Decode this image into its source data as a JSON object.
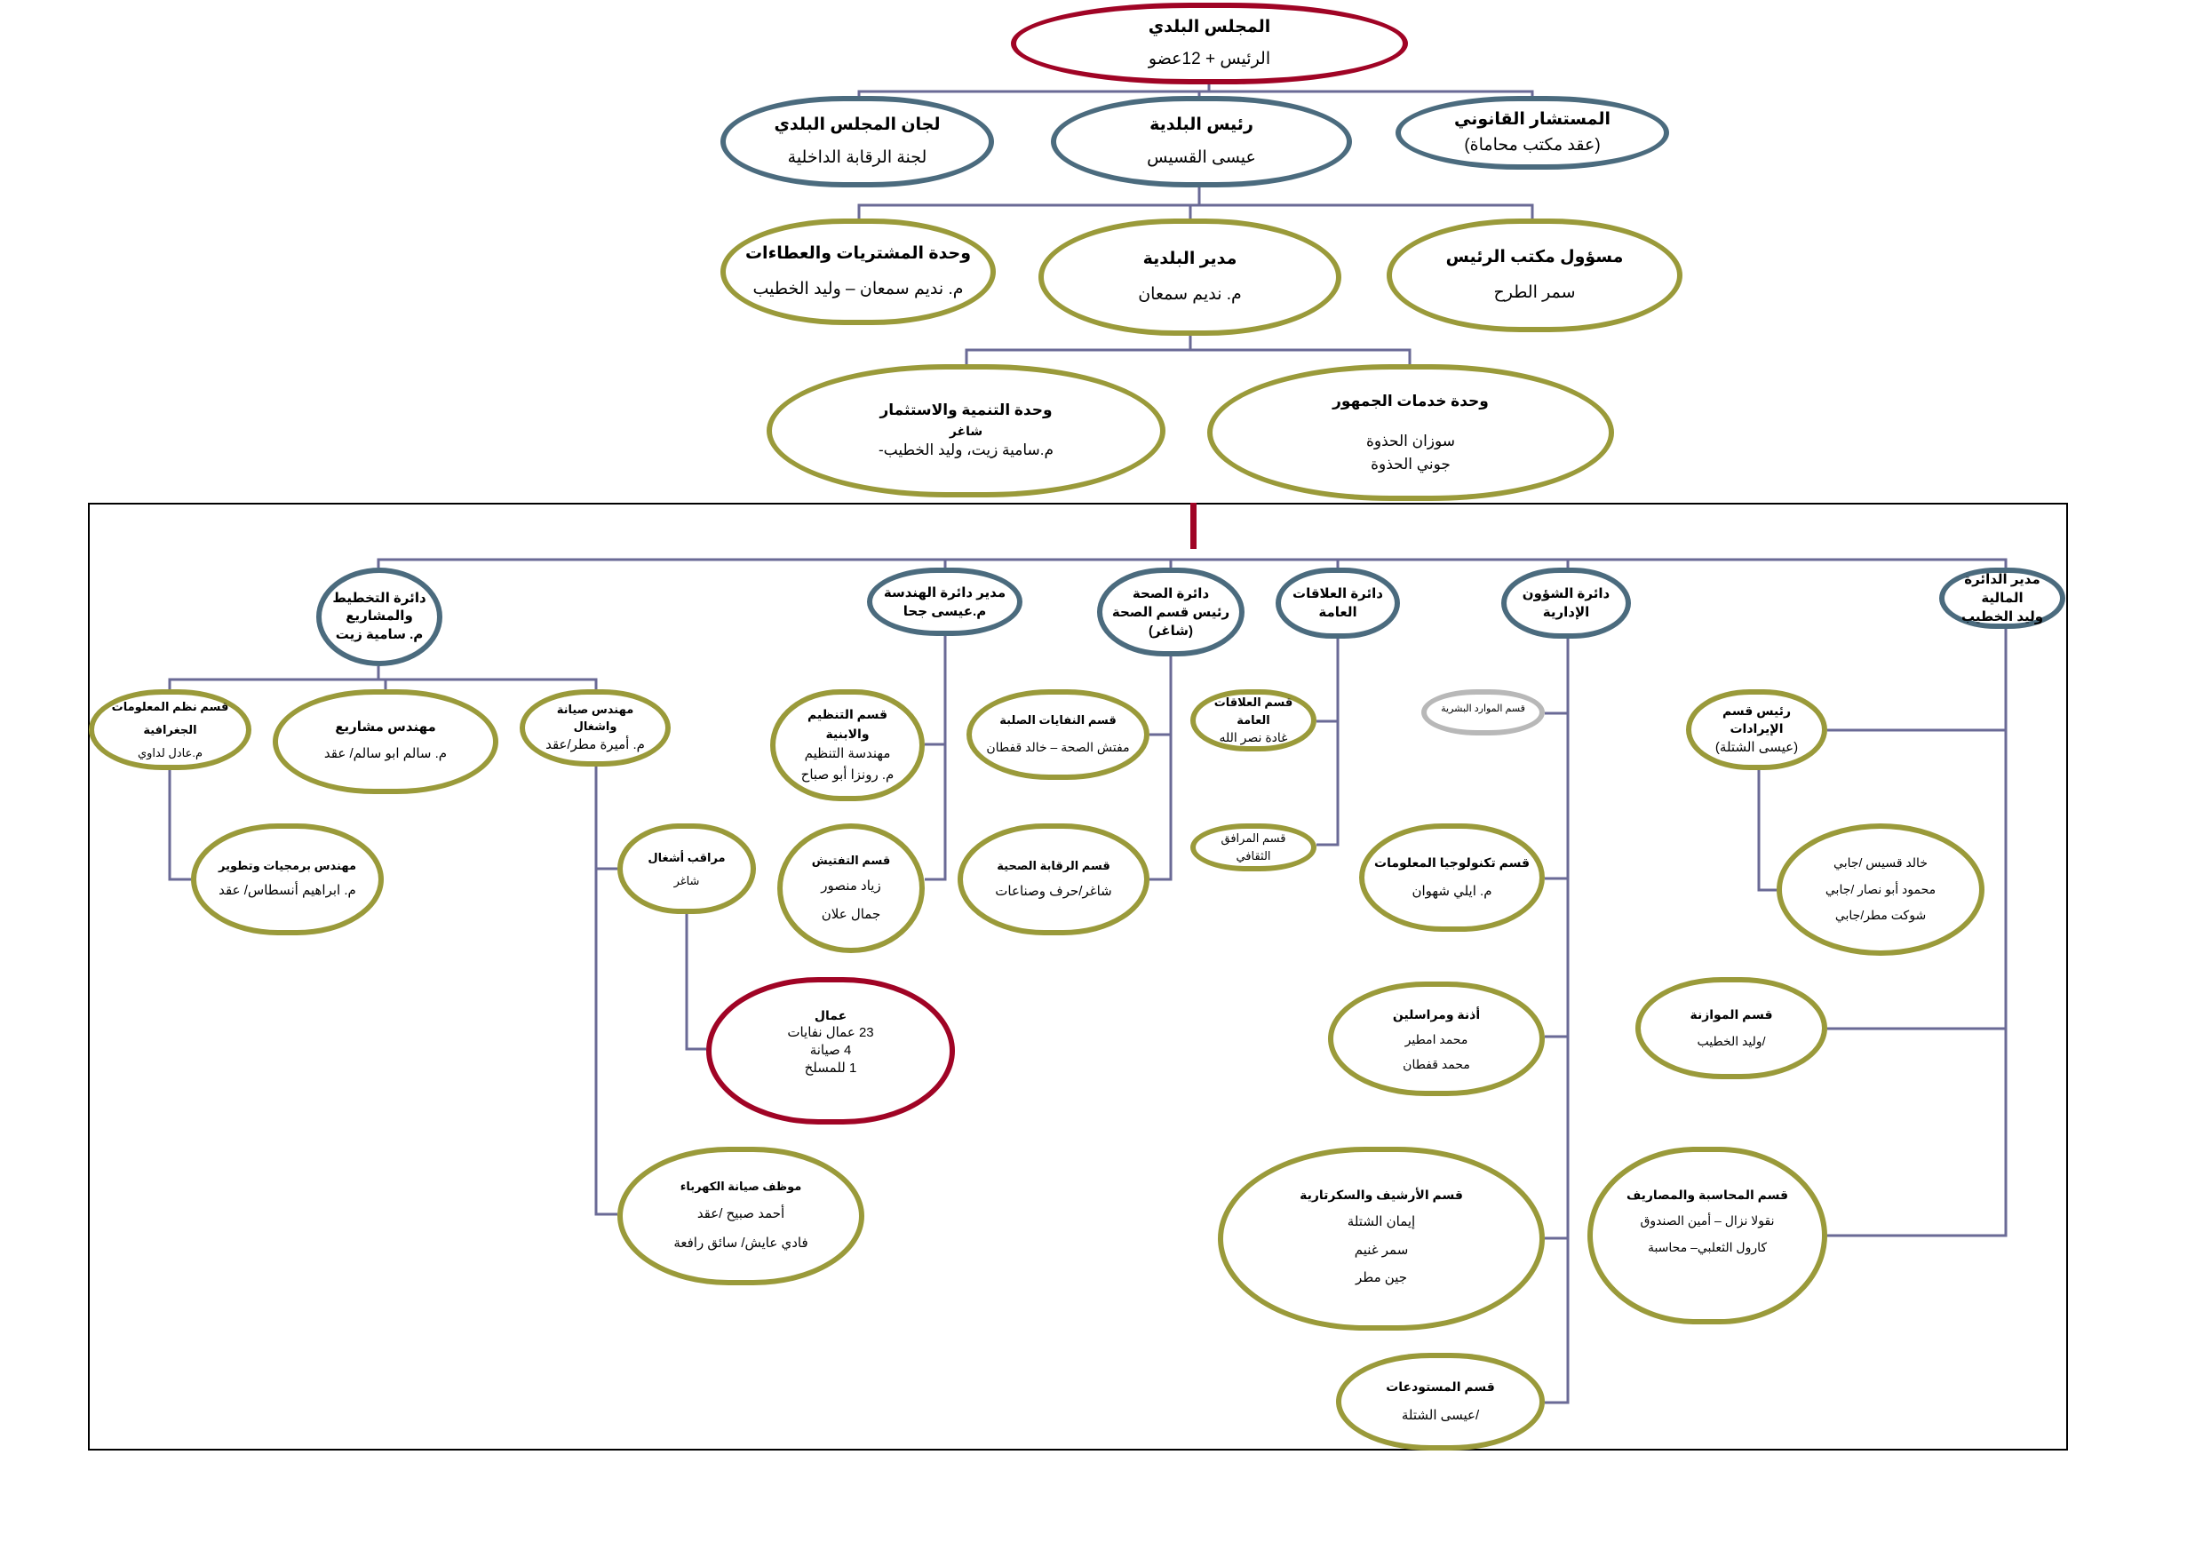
{
  "council": {
    "title": "المجلس البلدي",
    "subtitle": "الرئيس + 12عضو"
  },
  "legal": {
    "title": "المستشار القانوني",
    "subtitle": "(عقد مكتب محاماة)"
  },
  "mayor": {
    "title": "رئيس البلدية",
    "name": "عيسى القسيس"
  },
  "committees": {
    "title": "لجان المجلس البلدي",
    "subtitle": "لجنة الرقابة الداخلية"
  },
  "office": {
    "title": "مسؤول مكتب الرئيس",
    "name": "سمر الطرح"
  },
  "director": {
    "title": "مدير البلدية",
    "name": "م. نديم سمعان"
  },
  "procurement": {
    "title": "وحدة المشتريات والعطاءات",
    "name": "م. نديم سمعان  –  وليد الخطيب"
  },
  "public_services": {
    "title": "وحدة خدمات الجمهور",
    "lines": [
      "سوزان الحذوة",
      "جوني الحذوة"
    ]
  },
  "development": {
    "title": "وحدة التنمية والاستثمار",
    "status": "شاغر",
    "name": "م.سامية زيت، وليد الخطيب-"
  },
  "departments": {
    "planning": {
      "title": "دائرة التخطيط والمشاريع",
      "name": "م. سامية زيت"
    },
    "engineering": {
      "title": "مدير دائرة الهندسة",
      "name": "م.عيسى جحا"
    },
    "health": {
      "title": "دائرة الصحة",
      "subtitle": "رئيس قسم الصحة",
      "status": "(شاغر)"
    },
    "public_relations": {
      "title": "دائرة العلاقات العامة"
    },
    "admin": {
      "title": "دائرة الشؤون الإدارية"
    },
    "finance": {
      "title": "مدير الدائرة المالية",
      "name": "وليد الخطيب"
    }
  },
  "planning_units": {
    "gis": {
      "title": "قسم نظم المعلومات الجغرافية",
      "name": "م.عادل لداوي"
    },
    "projects": {
      "title": "مهندس مشاريع",
      "name": "م. سالم ابو سالم/ عقد"
    },
    "maintenance": {
      "title": "مهندس صيانة واشغال",
      "name": "م. أميرة مطر/عقد"
    },
    "software": {
      "title": "مهندس برمجيات وتطوير",
      "name": "م. ابراهيم أنسطاس/ عقد"
    },
    "works_supervisor": {
      "title": "مراقب أشغال",
      "name": "شاغر"
    },
    "workers": {
      "title": "عمال",
      "lines": [
        "23 عمال نفايات",
        "4 صيانة",
        "1 للمسلخ"
      ]
    },
    "electricity": {
      "title": "موظف صيانة الكهرباء",
      "lines": [
        "أحمد صبيح /عقد",
        "فادي عايش/ سائق رافعة"
      ]
    }
  },
  "engineering_units": {
    "organization": {
      "title": "قسم التنظيم والابنية",
      "lines": [
        "مهندسة التنظيم",
        "م. رونزا أبو صباح"
      ]
    },
    "inspection": {
      "title": "قسم التفتيش",
      "lines": [
        "زياد منصور",
        "جمال علان"
      ]
    }
  },
  "health_units": {
    "solid_waste": {
      "title": "قسم النفايات الصلبة",
      "name": "مفتش الصحة  –  خالد قفطان"
    },
    "monitoring": {
      "title": "قسم الرقابة الصحية",
      "name": "شاغر/حرف وصناعات"
    }
  },
  "pr_units": {
    "relations": {
      "title": "قسم العلاقات العامة",
      "name": "غادة نصر الله"
    },
    "cultural": {
      "title": "قسم المرافق الثقافي"
    }
  },
  "admin_units": {
    "hr": {
      "title": "قسم الموارد البشرية"
    },
    "it": {
      "title": "قسم تكنولوجيا المعلومات",
      "name": "م. ايلي شهوان"
    },
    "ushers": {
      "title": "أذنة ومراسلين",
      "lines": [
        "محمد امطير",
        "محمد قفطان"
      ]
    },
    "archive": {
      "title": "قسم الأرشيف والسكرتارية",
      "lines": [
        "إيمان الشتلة",
        "سمر غنيم",
        "جين مطر"
      ]
    },
    "warehouses": {
      "title": "قسم المستودعات",
      "name": "/عيسى الشتلة"
    }
  },
  "finance_units": {
    "revenue": {
      "title": "رئيس قسم الإيرادات",
      "name": "(عيسى الشتلة)"
    },
    "collectors": {
      "lines": [
        "خالد قسيس /جابي",
        "محمود أبو نصار /جابي",
        "شوكت مطر/جابي"
      ]
    },
    "budget": {
      "title": "قسم الموازنة",
      "name": "/وليد الخطيب"
    },
    "accounting": {
      "title": "قسم المحاسبة والمصاريف",
      "lines": [
        "نقولا نزال – أمين الصندوق",
        "كارول الثعلبي– محاسبة"
      ]
    }
  },
  "colors": {
    "council": "#a00425",
    "department": "#4b6b7e",
    "unit": "#9a9a3a",
    "inactive": "#b8b8b8",
    "connector": "#6a6a96"
  }
}
